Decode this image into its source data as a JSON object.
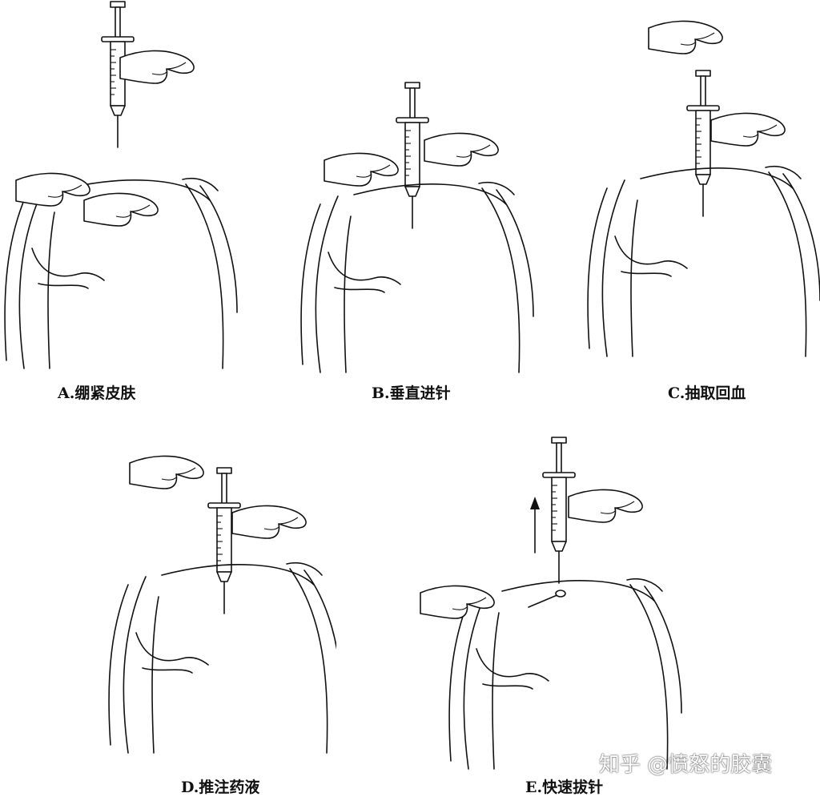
{
  "panels": [
    {
      "id": "A",
      "caption": "A.绷紧皮肤"
    },
    {
      "id": "B",
      "caption": "B.垂直进针"
    },
    {
      "id": "C",
      "caption": "C.抽取回血"
    },
    {
      "id": "D",
      "caption": "D.推注药液"
    },
    {
      "id": "E",
      "caption": "E.快速拔针"
    }
  ],
  "watermark": "知乎 @愤怒的胶囊"
}
